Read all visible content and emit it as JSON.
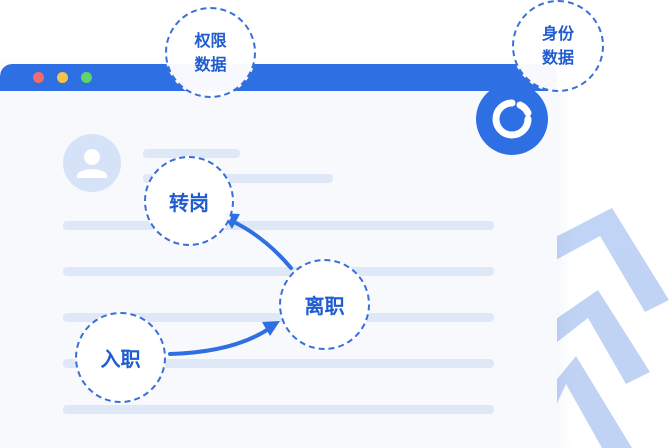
{
  "bubbles": {
    "permission_data": "权限\n数据",
    "identity_data": "身份\n数据",
    "transfer": "转岗",
    "resign": "离职",
    "onboard": "入职"
  },
  "colors": {
    "primary": "#2f6fe4",
    "panel": "#f7f9fd",
    "placeholder_bar": "#dfe8f7",
    "avatar_bg": "#d5e2f8",
    "bubble_border": "#3a6fd8",
    "chevron": "#b6ccf3"
  },
  "icons": {
    "avatar": "user-avatar-icon",
    "logo": "brand-logo-icon",
    "chevrons": "chevron-up-icon"
  }
}
